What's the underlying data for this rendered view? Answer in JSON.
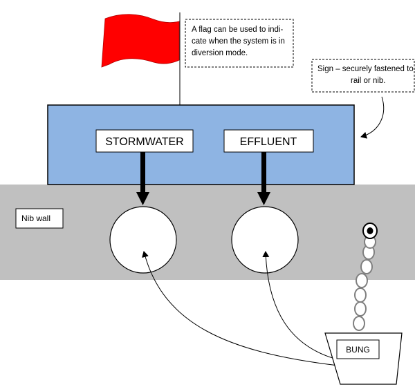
{
  "flag_note": {
    "lines": [
      "A flag can be used to indi-",
      "cate when the system is in",
      "diversion mode."
    ]
  },
  "sign_note": {
    "lines": [
      "Sign – securely fastened to",
      "rail or nib."
    ]
  },
  "sign_labels": {
    "stormwater": "STORMWATER",
    "effluent": "EFFLUENT"
  },
  "nib_wall_label": "Nib wall",
  "bung_label": "BUNG",
  "colors": {
    "flag": "#ff0000",
    "sign_panel": "#8eb4e3",
    "nib_wall": "#c0c0c0",
    "arrow": "#000000"
  }
}
